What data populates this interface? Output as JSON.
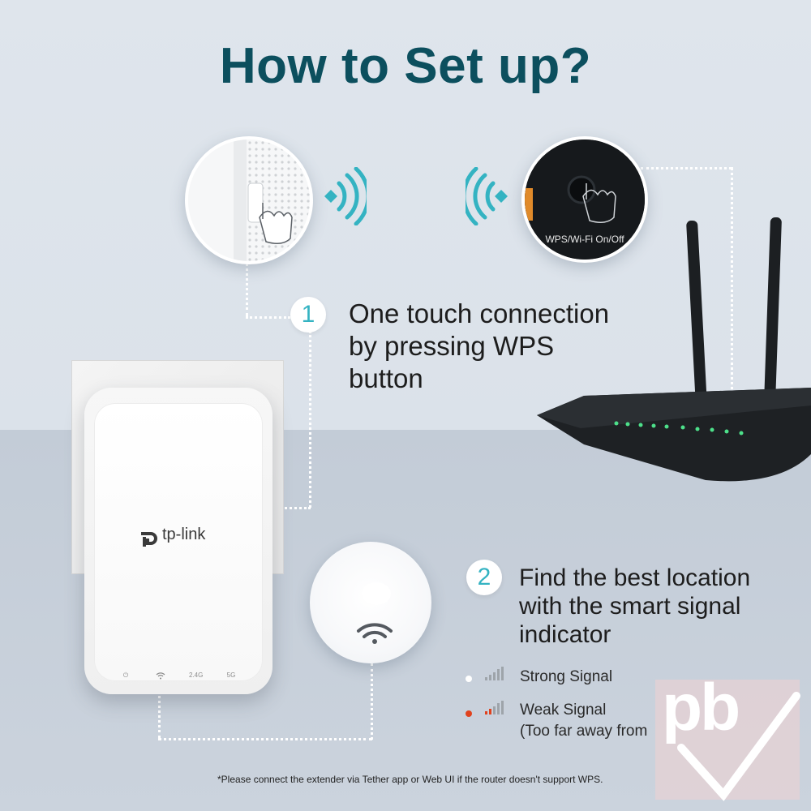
{
  "page": {
    "title": "How to Set up?",
    "footnote": "*Please connect the extender via Tether app or Web UI   if the router doesn't support WPS."
  },
  "step1": {
    "number": "1",
    "lines": [
      "One touch connection",
      "by pressing WPS",
      "button"
    ]
  },
  "step2": {
    "number": "2",
    "lines": [
      "Find the best location",
      "with the smart signal",
      "indicator"
    ]
  },
  "signals": {
    "strong": {
      "label": "Strong Signal",
      "dot_color": "#ffffff"
    },
    "weak": {
      "label": "Weak Signal",
      "note": "(Too far away from",
      "dot_color": "#e0421e"
    }
  },
  "router_closeup": {
    "label": "WPS/Wi-Fi On/Off"
  },
  "extender": {
    "brand": "tp-link",
    "leds": [
      "⏻",
      "wifi",
      "2.4G",
      "5G"
    ]
  },
  "watermark": {
    "text": "pb"
  },
  "colors": {
    "accent": "#34b3c2",
    "title": "#0c4f5e",
    "led_green": "#4de08a"
  }
}
